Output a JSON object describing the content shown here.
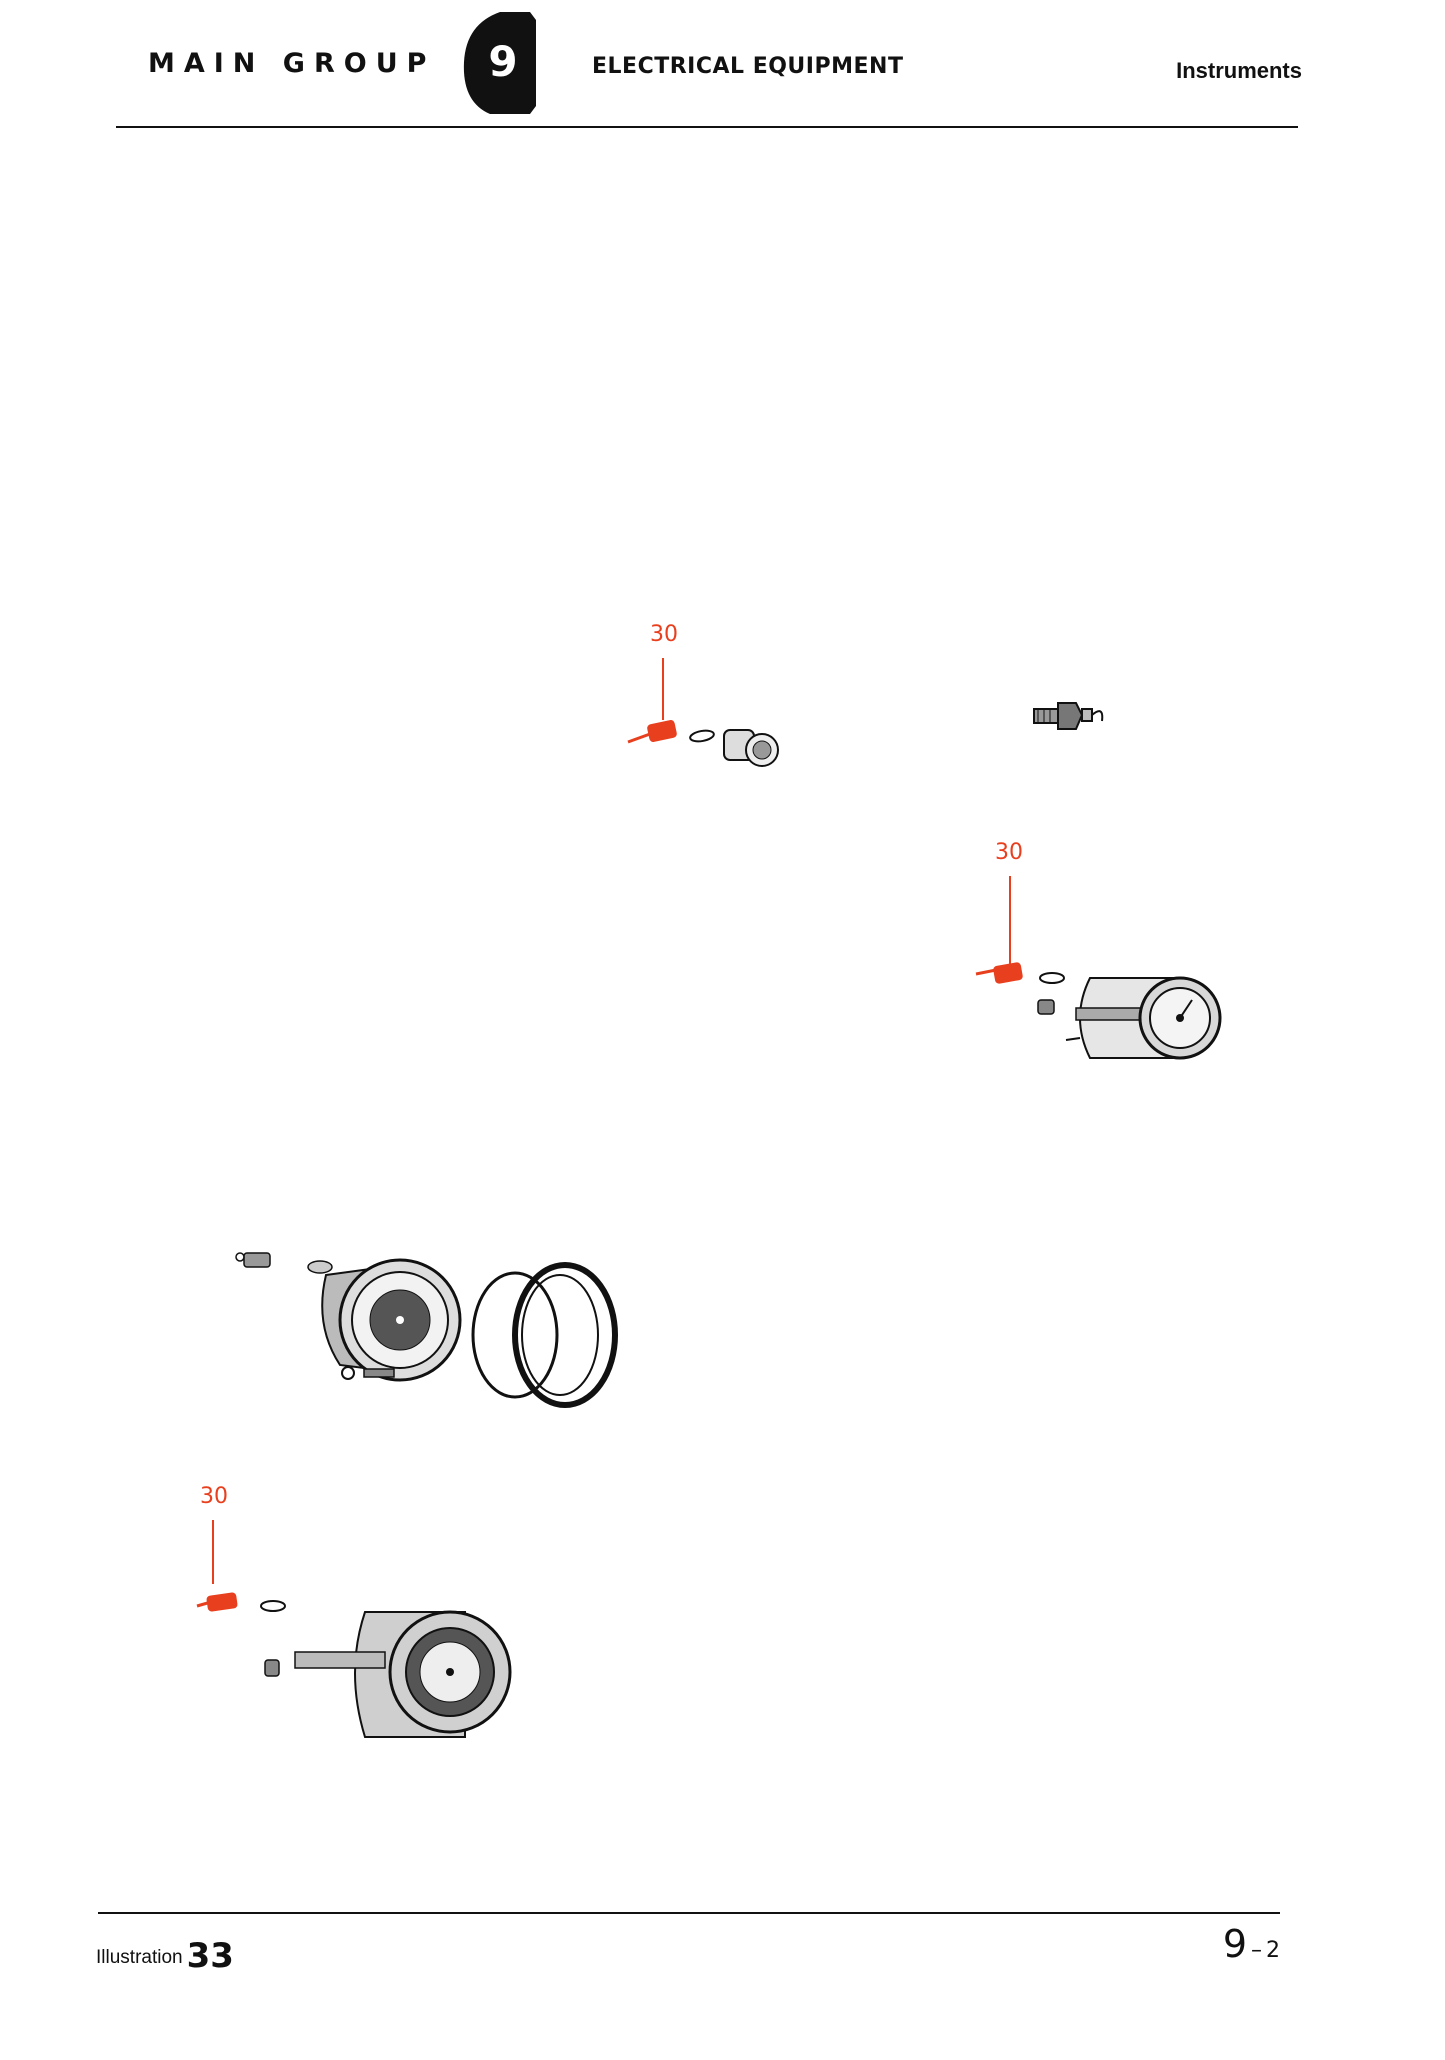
{
  "header": {
    "main_group": "MAIN GROUP",
    "group_number": "9",
    "section": "ELECTRICAL EQUIPMENT",
    "subsection": "Instruments"
  },
  "callouts": [
    {
      "label": "30"
    },
    {
      "label": "30"
    },
    {
      "label": "30"
    }
  ],
  "footer": {
    "illustration_label": "Illustration",
    "illustration_number": "33",
    "page_main": "9",
    "page_sub": "2"
  },
  "colors": {
    "callout": "#e8401f",
    "ink": "#111111"
  }
}
